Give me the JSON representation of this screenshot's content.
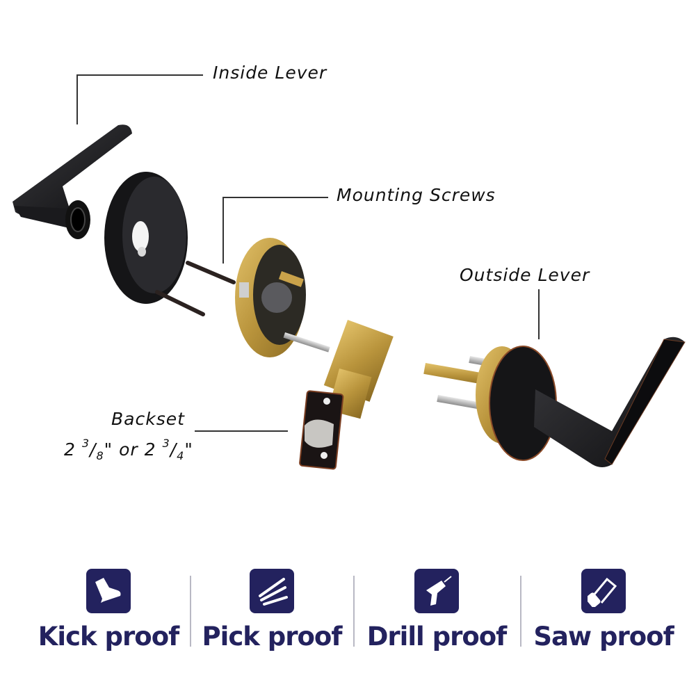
{
  "callouts": {
    "inside_lever": "Inside Lever",
    "mounting_screws": "Mounting Screws",
    "outside_lever": "Outside Lever",
    "backset_title": "Backset",
    "backset_value": {
      "whole1": "2",
      "num1": "3",
      "den1": "8",
      "mid": "\" or 2",
      "num2": "3",
      "den2": "4",
      "end": "\""
    }
  },
  "features": [
    {
      "label": "Kick proof",
      "icon": "boot-icon"
    },
    {
      "label": "Pick proof",
      "icon": "lock-pick-icon"
    },
    {
      "label": "Drill proof",
      "icon": "drill-icon"
    },
    {
      "label": "Saw proof",
      "icon": "hacksaw-icon"
    }
  ],
  "colors": {
    "feature_navy": "#23225e",
    "brass": "#c9a24a",
    "lever_black": "#1c1c1f"
  }
}
